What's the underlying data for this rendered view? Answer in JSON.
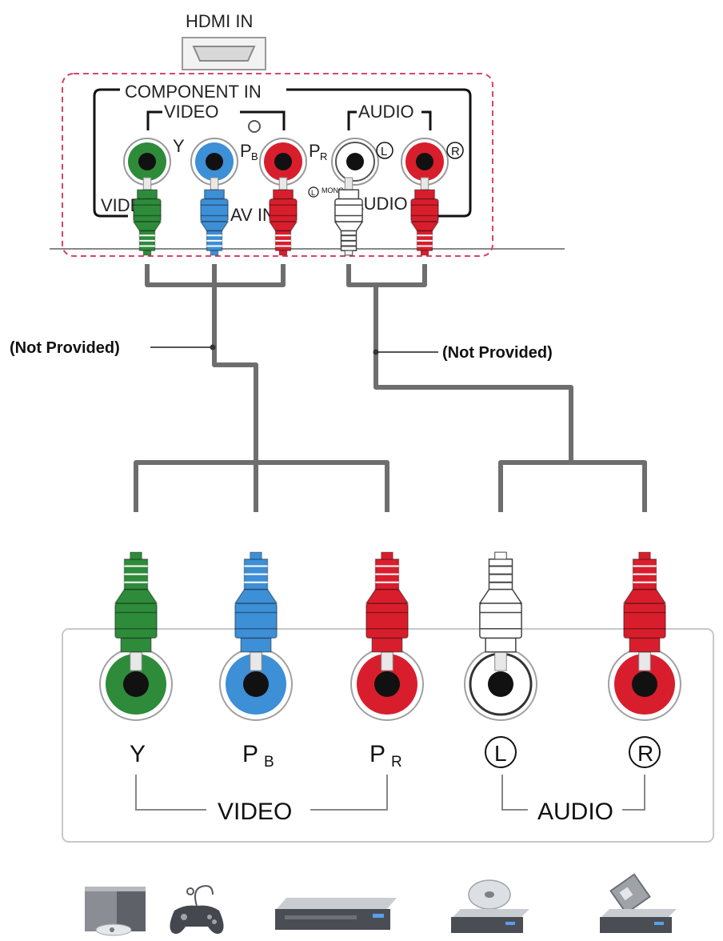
{
  "tv": {
    "hdmi_label": "HDMI IN",
    "component_label": "COMPONENT IN",
    "video_label": "VIDEO",
    "audio_label": "AUDIO",
    "y_label": "Y",
    "pb_label": "P",
    "pb_sub": "B",
    "pr_label": "P",
    "pr_sub": "R",
    "l_label": "L",
    "r_label": "R",
    "lower_video": "VIDEO",
    "lower_av": "AV IN",
    "lower_audio": "AUDIO",
    "lower_l": "L",
    "lower_mono": "MONO"
  },
  "cables": {
    "left_note": "(Not Provided)",
    "right_note": "(Not Provided)"
  },
  "device": {
    "y_label": "Y",
    "pb_label": "P",
    "pb_sub": "B",
    "pr_label": "P",
    "pr_sub": "R",
    "l_label": "L",
    "r_label": "R",
    "video_group": "VIDEO",
    "audio_group": "AUDIO"
  },
  "colors": {
    "green": "#2e8b3a",
    "blue": "#3d8fd6",
    "red": "#d81e2c",
    "white": "#ffffff",
    "cable": "#6e6e6e",
    "dash": "#d6456a"
  },
  "icons": [
    "media-center-pc-icon",
    "game-controller-icon",
    "dvd-player-icon",
    "blu-ray-player-icon",
    "set-top-box-icon"
  ]
}
